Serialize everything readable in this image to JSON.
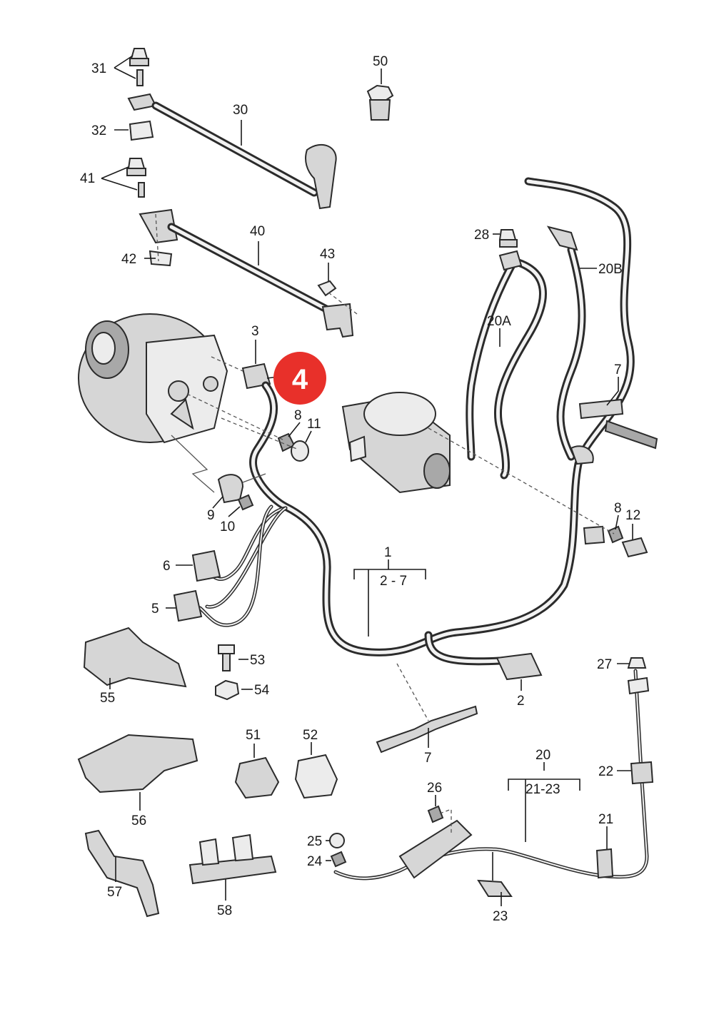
{
  "callouts": {
    "c31": "31",
    "c32": "32",
    "c30": "30",
    "c50": "50",
    "c41": "41",
    "c42": "42",
    "c40": "40",
    "c43": "43",
    "c28": "28",
    "c20b": "20B",
    "c20a": "20A",
    "c3": "3",
    "c4": "4",
    "c7a": "7",
    "c8a": "8",
    "c11": "11",
    "c9": "9",
    "c10": "10",
    "c8b": "8",
    "c12": "12",
    "c1": "1",
    "c1range": "2 - 7",
    "c6": "6",
    "c5": "5",
    "c53": "53",
    "c54": "54",
    "c55": "55",
    "c2": "2",
    "c27": "27",
    "c7b": "7",
    "c51": "51",
    "c52": "52",
    "c20": "20",
    "c20range": "21-23",
    "c22": "22",
    "c56": "56",
    "c26": "26",
    "c21": "21",
    "c25": "25",
    "c24": "24",
    "c57": "57",
    "c58": "58",
    "c23": "23"
  },
  "highlight_color": "#e8302a"
}
